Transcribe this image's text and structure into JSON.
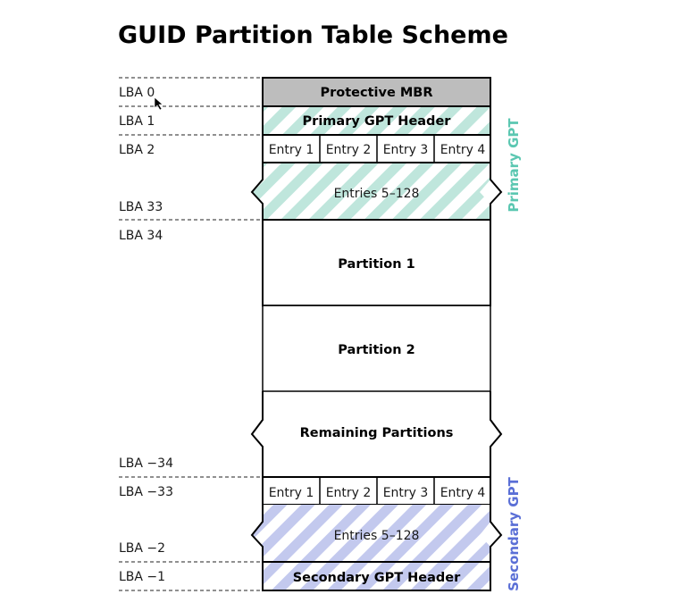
{
  "title": "GUID Partition Table Scheme",
  "colors": {
    "primary_gpt": "#5bc7b1",
    "secondary_gpt": "#5a6fd6",
    "primary_stripe": "#bfe6dc",
    "secondary_stripe": "#c3c9ee",
    "mbr_fill": "#bdbdbd"
  },
  "lba_labels": {
    "lba0": "LBA 0",
    "lba1": "LBA 1",
    "lba2": "LBA 2",
    "lba33": "LBA 33",
    "lba34": "LBA 34",
    "lba_m34": "LBA −34",
    "lba_m33": "LBA −33",
    "lba_m2": "LBA −2",
    "lba_m1": "LBA −1"
  },
  "blocks": {
    "protective_mbr": "Protective MBR",
    "primary_header": "Primary GPT Header",
    "primary_entries": [
      "Entry 1",
      "Entry 2",
      "Entry 3",
      "Entry 4"
    ],
    "primary_entries_rest": "Entries 5–128",
    "partition1": "Partition 1",
    "partition2": "Partition 2",
    "remaining": "Remaining Partitions",
    "secondary_entries": [
      "Entry 1",
      "Entry 2",
      "Entry 3",
      "Entry 4"
    ],
    "secondary_entries_rest": "Entries 5–128",
    "secondary_header": "Secondary GPT Header"
  },
  "side_labels": {
    "primary": "Primary GPT",
    "secondary": "Secondary GPT"
  }
}
